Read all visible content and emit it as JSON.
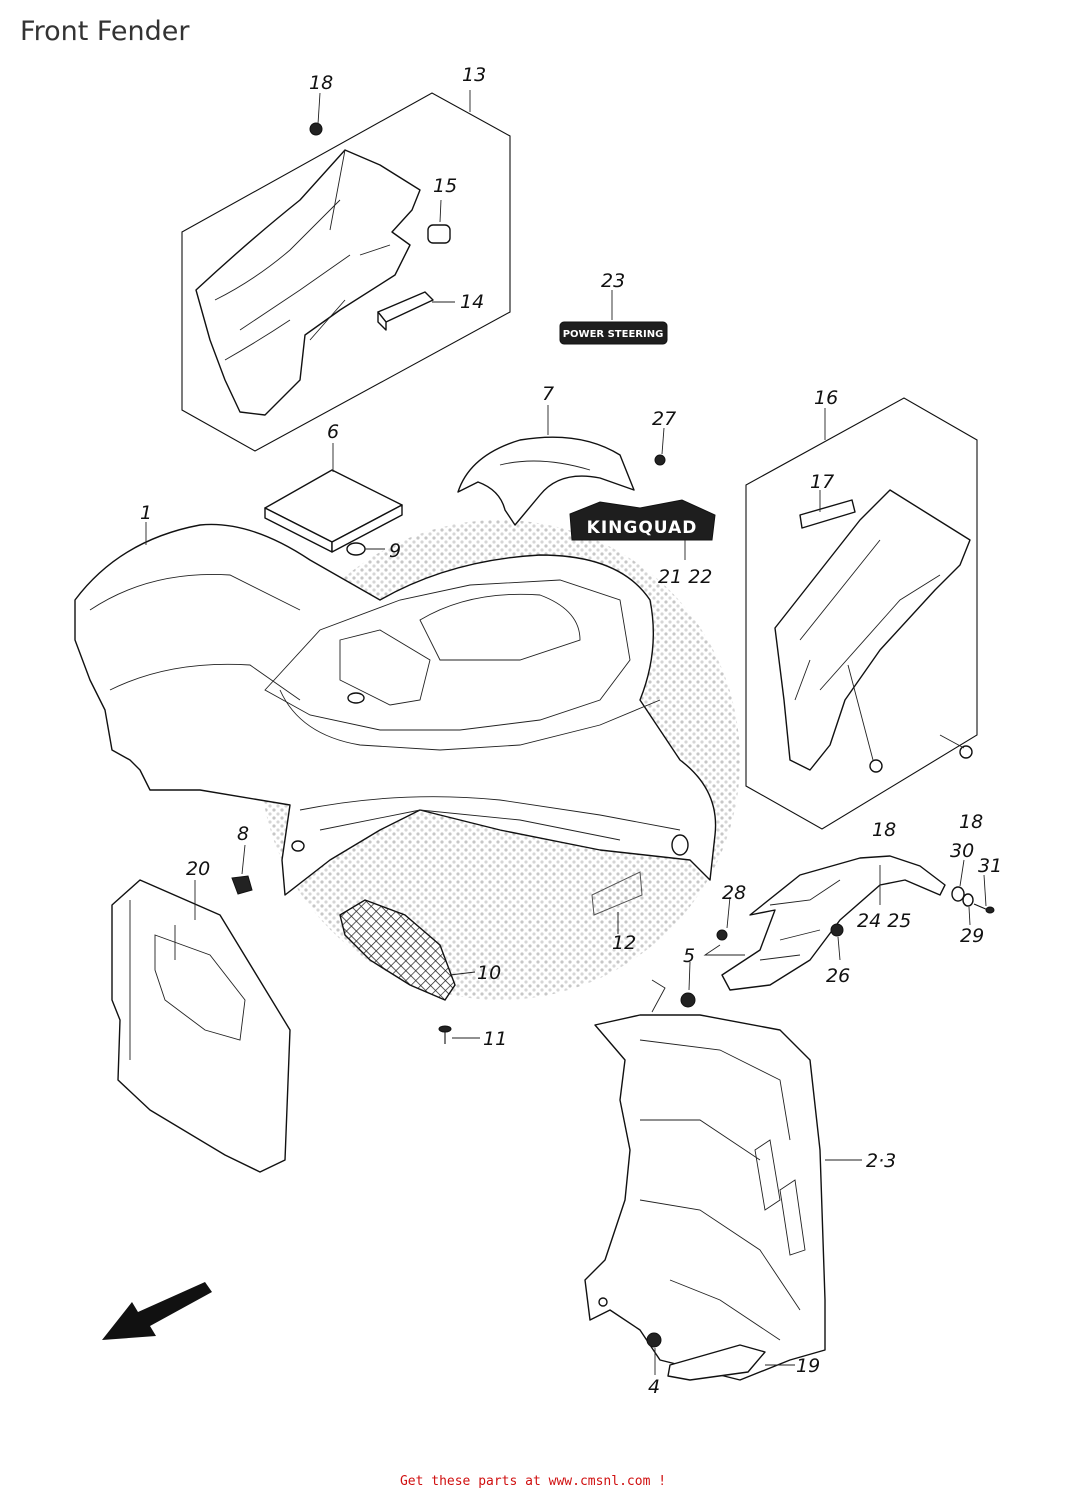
{
  "title": "Front Fender",
  "footer": "Get these parts at www.cmsnl.com  !",
  "decals": {
    "power_steering": "POWER STEERING",
    "kingquad": "KINGQUAD"
  },
  "callouts": [
    {
      "id": "c18a",
      "label": "18"
    },
    {
      "id": "c13",
      "label": "13"
    },
    {
      "id": "c15",
      "label": "15"
    },
    {
      "id": "c14",
      "label": "14"
    },
    {
      "id": "c23",
      "label": "23"
    },
    {
      "id": "c7",
      "label": "7"
    },
    {
      "id": "c27",
      "label": "27"
    },
    {
      "id": "c16",
      "label": "16"
    },
    {
      "id": "c17",
      "label": "17"
    },
    {
      "id": "c6",
      "label": "6"
    },
    {
      "id": "c9",
      "label": "9"
    },
    {
      "id": "c1",
      "label": "1"
    },
    {
      "id": "c2122",
      "label": "21 22"
    },
    {
      "id": "c18b",
      "label": "18"
    },
    {
      "id": "c18c",
      "label": "18"
    },
    {
      "id": "c8",
      "label": "8"
    },
    {
      "id": "c20",
      "label": "20"
    },
    {
      "id": "c30",
      "label": "30"
    },
    {
      "id": "c31",
      "label": "31"
    },
    {
      "id": "c28",
      "label": "28"
    },
    {
      "id": "c2425",
      "label": "24 25"
    },
    {
      "id": "c29",
      "label": "29"
    },
    {
      "id": "c12",
      "label": "12"
    },
    {
      "id": "c5",
      "label": "5"
    },
    {
      "id": "c26",
      "label": "26"
    },
    {
      "id": "c10",
      "label": "10"
    },
    {
      "id": "c11",
      "label": "11"
    },
    {
      "id": "c23b",
      "label": "2·3"
    },
    {
      "id": "c19",
      "label": "19"
    },
    {
      "id": "c4",
      "label": "4"
    }
  ]
}
